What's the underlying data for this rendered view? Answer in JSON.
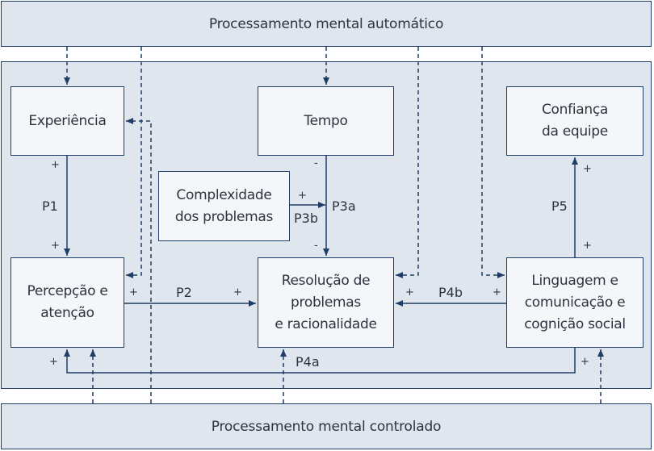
{
  "bands": {
    "top": "Processamento mental automático",
    "bottom": "Processamento mental controlado"
  },
  "boxes": {
    "experiencia": [
      "Experiência"
    ],
    "tempo": [
      "Tempo"
    ],
    "confianca": [
      "Confiança",
      "da equipe"
    ],
    "complexidade": [
      "Complexidade",
      "dos problemas"
    ],
    "percepcao": [
      "Percepção e",
      "atenção"
    ],
    "resolucao": [
      "Resolução de",
      "problemas",
      "e racionalidade"
    ],
    "linguagem": [
      "Linguagem e",
      "comunicação e",
      "cognição social"
    ]
  },
  "paths": {
    "p1": "P1",
    "p2": "P2",
    "p3a": "P3a",
    "p3b": "P3b",
    "p4a": "P4a",
    "p4b": "P4b",
    "p5": "P5"
  },
  "signs": {
    "plus": "+",
    "minus": "-"
  },
  "colors": {
    "stroke": "#1f3d66",
    "panel": "#e0e6ee",
    "box": "#f4f6f9"
  }
}
